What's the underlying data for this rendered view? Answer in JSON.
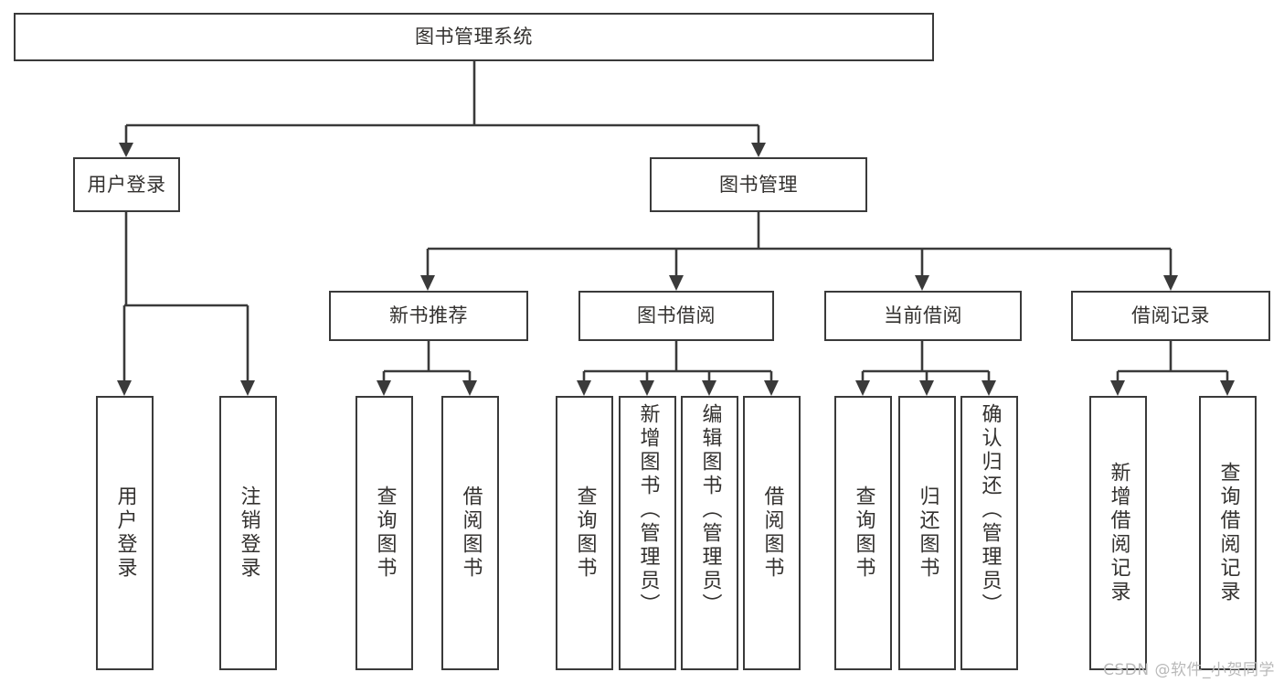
{
  "diagram": {
    "type": "tree",
    "title": "图书管理系统",
    "root": {
      "label": "图书管理系统"
    },
    "level1": [
      {
        "label": "用户登录"
      },
      {
        "label": "图书管理"
      }
    ],
    "level2": [
      {
        "label": "新书推荐"
      },
      {
        "label": "图书借阅"
      },
      {
        "label": "当前借阅"
      },
      {
        "label": "借阅记录"
      }
    ],
    "leaves": {
      "user_login": [
        {
          "label": "用户登录"
        },
        {
          "label": "注销登录"
        }
      ],
      "new_book_recommend": [
        {
          "label": "查询图书"
        },
        {
          "label": "借阅图书"
        }
      ],
      "book_borrow": [
        {
          "label": "查询图书"
        },
        {
          "label": "新增图书（管理员）"
        },
        {
          "label": "编辑图书（管理员）"
        },
        {
          "label": "借阅图书"
        }
      ],
      "current_borrow": [
        {
          "label": "查询图书"
        },
        {
          "label": "归还图书"
        },
        {
          "label": "确认归还（管理员）"
        }
      ],
      "borrow_record": [
        {
          "label": "新增借阅记录"
        },
        {
          "label": "查询借阅记录"
        }
      ]
    }
  },
  "watermark": {
    "text": "CSDN @软件_小贺同学"
  },
  "colors": {
    "stroke": "#3a3a3a",
    "text": "#33312f",
    "background": "#ffffff",
    "watermark": "#b9b9b9"
  }
}
